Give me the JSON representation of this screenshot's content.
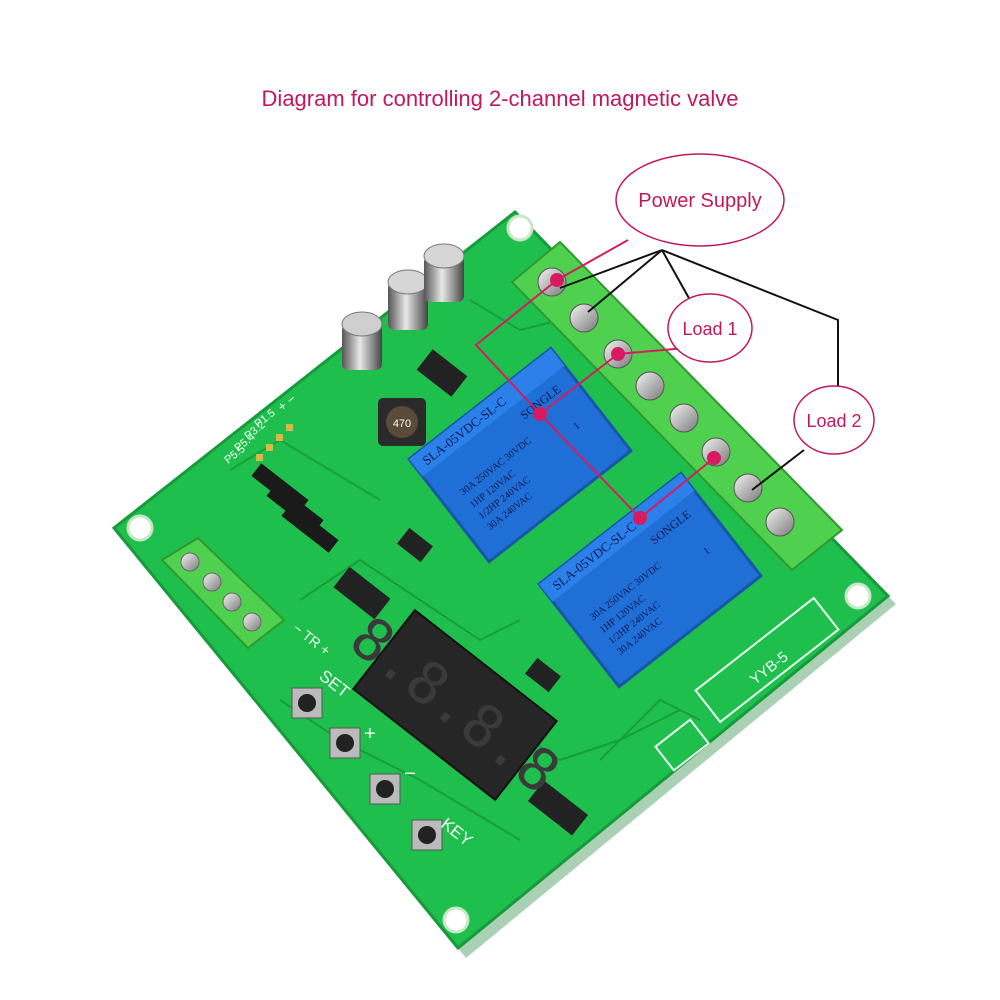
{
  "title": "Diagram for controlling 2-channel magnetic valve",
  "callouts": {
    "power_supply": "Power Supply",
    "load1": "Load 1",
    "load2": "Load 2"
  },
  "board": {
    "model": "YYB-5",
    "buttons": {
      "set": "SET",
      "plus": "+",
      "minus": "−",
      "key": "KEY"
    },
    "input_label": "− TR +",
    "pins": [
      "P1.5",
      "P3.2",
      "P5.4",
      "P5.5"
    ],
    "pin_signs": "+ −",
    "display": "8.8.8.8",
    "inductor": "470"
  },
  "relay": {
    "model": "SLA-05VDC-SL-C",
    "brand": "SONGLE",
    "rating1": "30A 250VAC 30VDC",
    "rating2": "1HP 120VAC",
    "rating3": "1/2HP 240VAC",
    "rating4": "30A 240VAC",
    "number": "1"
  },
  "colors": {
    "pcb": "#1fbf4d",
    "pcb_edge": "#179a3c",
    "relay": "#1f6fd6",
    "terminal": "#4fd04f",
    "accent": "#c2185b"
  }
}
